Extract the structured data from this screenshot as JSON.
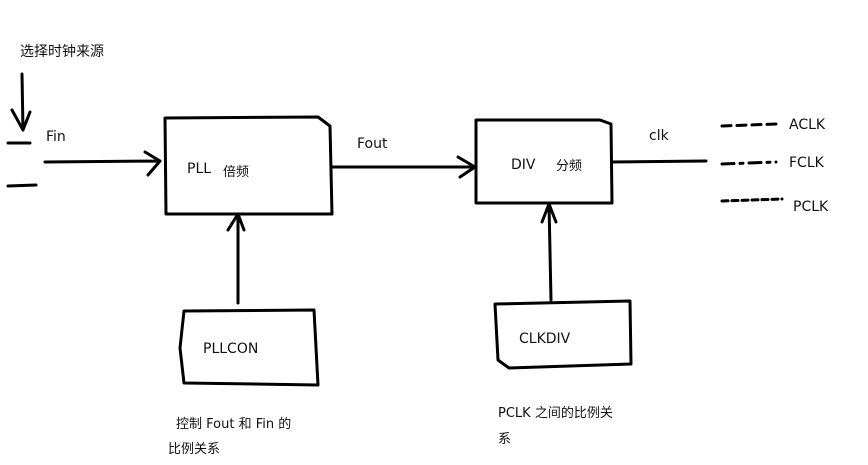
{
  "colors": {
    "stroke": "#000000",
    "text": "#111111",
    "background": "#ffffff"
  },
  "source_label": "选择时钟来源",
  "input_label": "Fin",
  "pll_box": {
    "name": "PLL",
    "function": "倍频"
  },
  "pll_output_label": "Fout",
  "div_box": {
    "name": "DIV",
    "function": "分频"
  },
  "div_output_label": "clk",
  "outputs": [
    "ACLK",
    "FCLK",
    "PCLK"
  ],
  "pllcon_box": {
    "name": "PLLCON"
  },
  "pllcon_note": {
    "line1": "控制 Fout 和 Fin 的",
    "line2": "比例关系"
  },
  "clkdiv_box": {
    "name": "CLKDIV"
  },
  "clkdiv_note": {
    "line1": "PCLK 之间的比例关",
    "line2": "系"
  }
}
